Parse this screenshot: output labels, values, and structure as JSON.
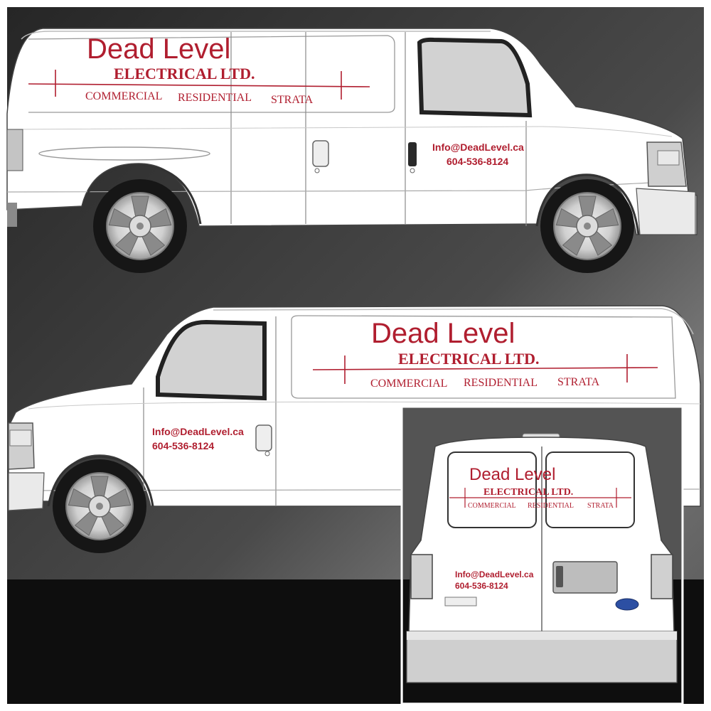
{
  "brand": {
    "name": "Dead Level",
    "company": "ELECTRICAL LTD.",
    "services": [
      "COMMERCIAL",
      "RESIDENTIAL",
      "STRATA"
    ],
    "email": "Info@DeadLevel.ca",
    "phone": "604-536-8124"
  },
  "colors": {
    "brand_red": "#b01e2f",
    "background_dark": "#2b2b2b",
    "background_light": "#6a6a6a",
    "van_body": "#ffffff",
    "tire": "#1a1a1a",
    "window": "#cfcfcf",
    "oval_badge": "#2c4fa3"
  },
  "views": [
    "passenger-side",
    "driver-side",
    "rear"
  ]
}
